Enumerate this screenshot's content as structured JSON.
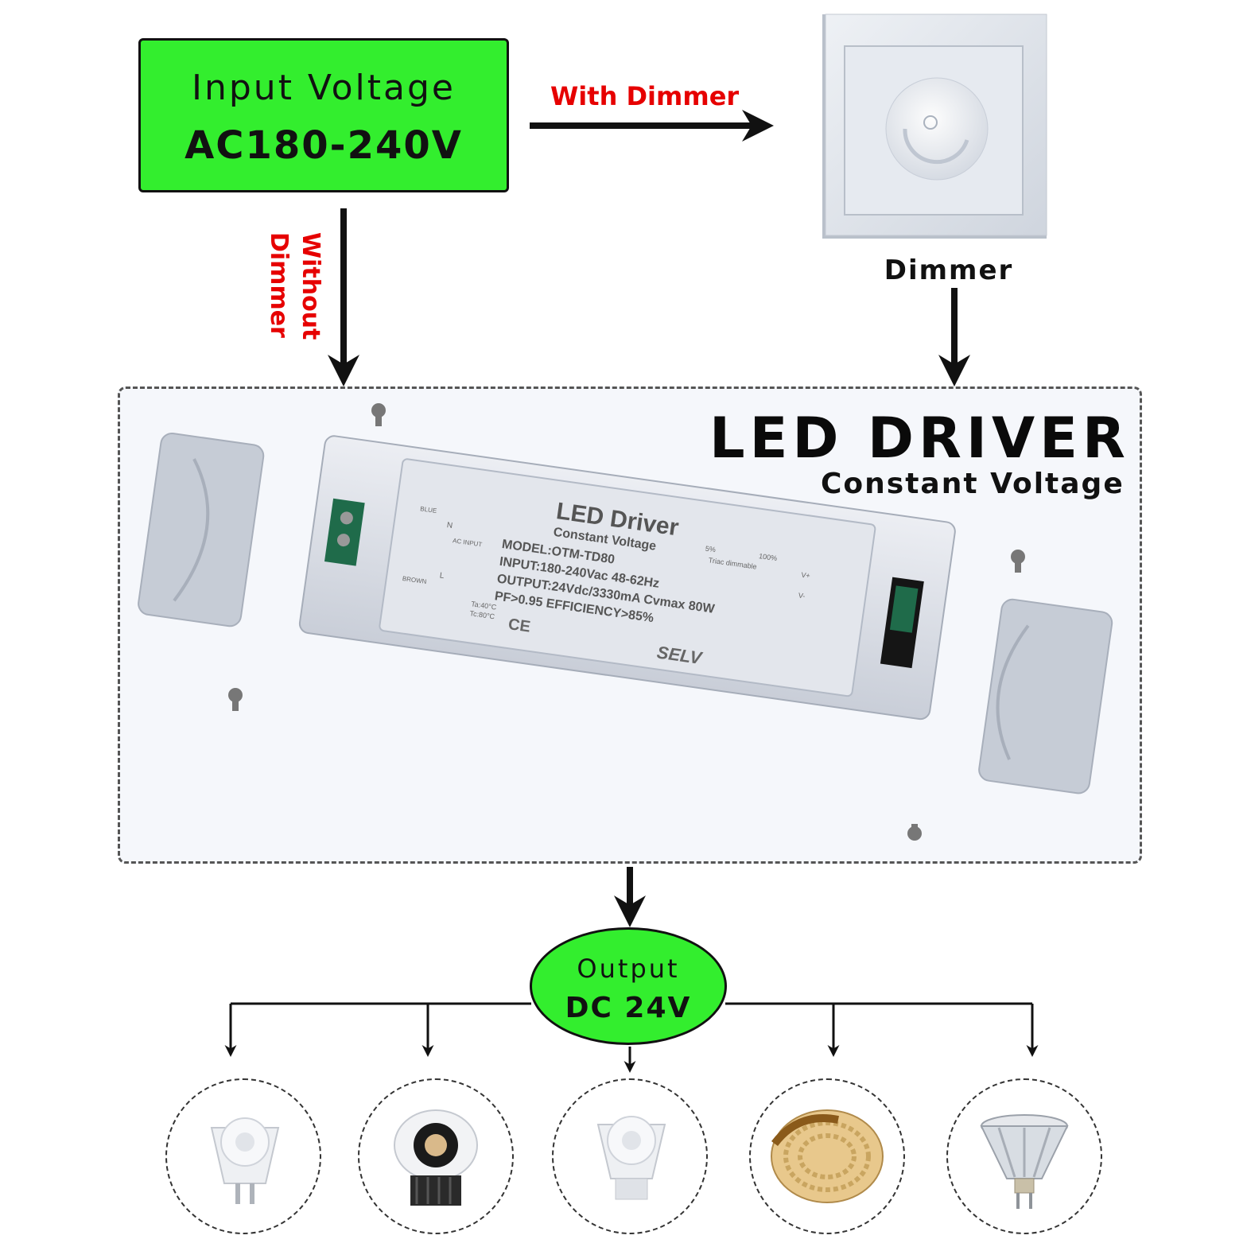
{
  "input": {
    "line1": "Input Voltage",
    "line2": "AC180-240V"
  },
  "labels": {
    "with_dimmer": "With Dimmer",
    "without_dimmer_1": "Without",
    "without_dimmer_2": "Dimmer",
    "dimmer": "Dimmer"
  },
  "driver": {
    "title": "LED DRIVER",
    "subtitle": "Constant Voltage",
    "label": {
      "heading": "LED Driver",
      "sub": "Constant Voltage",
      "model": "MODEL:OTM-TD80",
      "input": "INPUT:180-240Vac 48-62Hz",
      "output": "OUTPUT:24Vdc/3330mA Cvmax 80W",
      "pf": "PF>0.95 EFFICIENCY>85%",
      "triac_low": "5%",
      "triac_high": "100%",
      "triac": "Triac dimmable",
      "ta": "Ta:40°C",
      "tc": "Tc:80°C",
      "blue": "BLUE",
      "brown": "BROWN",
      "n": "N",
      "l": "L",
      "ac_input": "AC INPUT",
      "vplus": "V+",
      "vminus": "V-",
      "ce": "CE",
      "selv": "SELV"
    }
  },
  "output": {
    "line1": "Output",
    "line2": "DC 24V"
  },
  "colors": {
    "green": "#33ee2e",
    "red": "#e60000",
    "arrow": "#111111"
  },
  "loads": [
    {
      "icon": "mr16-spotlight-icon"
    },
    {
      "icon": "recessed-downlight-icon"
    },
    {
      "icon": "gu10-spotlight-icon"
    },
    {
      "icon": "led-strip-reel-icon"
    },
    {
      "icon": "mr11-bulb-icon"
    }
  ]
}
